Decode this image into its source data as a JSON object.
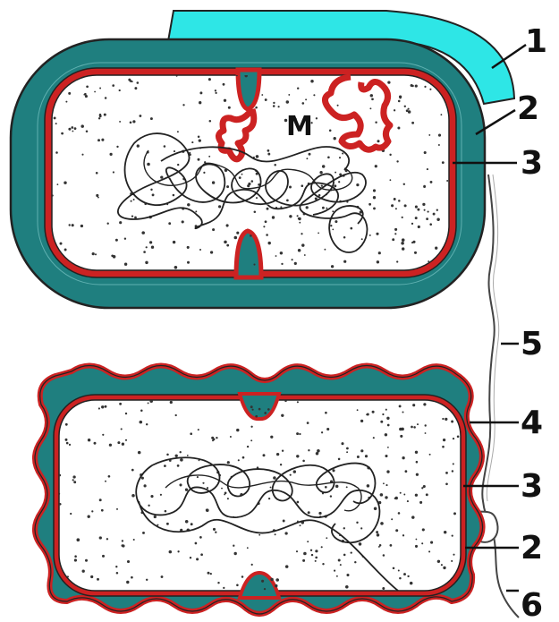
{
  "diagram": {
    "colors": {
      "capsule": "#2ee6e6",
      "cell_wall": "#1f7f7f",
      "membrane": "#cc2222",
      "outline": "#222222",
      "cytoplasm": "#ffffff"
    },
    "top_cell": {
      "mesosome_label": "M",
      "labels": [
        "1",
        "2",
        "3"
      ]
    },
    "bottom_cell": {
      "labels": [
        "5",
        "4",
        "3",
        "2",
        "6"
      ]
    }
  }
}
